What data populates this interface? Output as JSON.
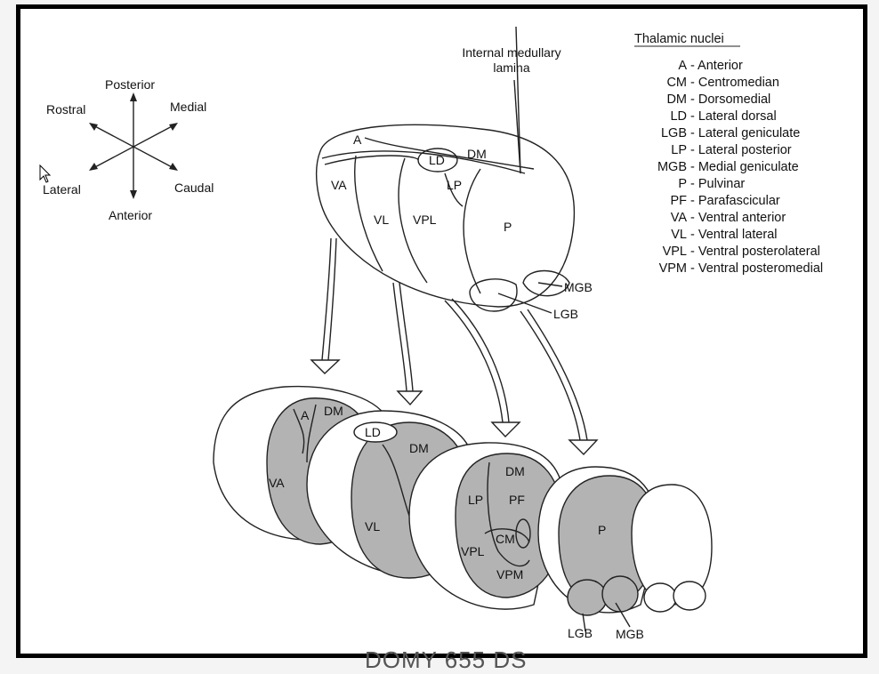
{
  "orientation": {
    "posterior": "Posterior",
    "anterior": "Anterior",
    "rostral": "Rostral",
    "caudal": "Caudal",
    "medial": "Medial",
    "lateral": "Lateral"
  },
  "lamina_label": [
    "Internal medullary",
    "lamina"
  ],
  "legend": {
    "title": "Thalamic nuclei",
    "items": [
      {
        "abbr": "A",
        "name": "- Anterior"
      },
      {
        "abbr": "CM",
        "name": "- Centromedian"
      },
      {
        "abbr": "DM",
        "name": "- Dorsomedial"
      },
      {
        "abbr": "LD",
        "name": "- Lateral dorsal"
      },
      {
        "abbr": "LGB",
        "name": "- Lateral geniculate"
      },
      {
        "abbr": "LP",
        "name": "- Lateral posterior"
      },
      {
        "abbr": "MGB",
        "name": "- Medial geniculate"
      },
      {
        "abbr": "P",
        "name": "- Pulvinar"
      },
      {
        "abbr": "PF",
        "name": "- Parafascicular"
      },
      {
        "abbr": "VA",
        "name": "- Ventral anterior"
      },
      {
        "abbr": "VL",
        "name": "- Ventral lateral"
      },
      {
        "abbr": "VPL",
        "name": "- Ventral posterolateral"
      },
      {
        "abbr": "VPM",
        "name": "- Ventral posteromedial"
      }
    ]
  },
  "top_labels": {
    "A": "A",
    "LD": "LD",
    "DM": "DM",
    "VA": "VA",
    "LP": "LP",
    "VL": "VL",
    "VPL": "VPL",
    "P": "P",
    "MGB": "MGB",
    "LGB": "LGB"
  },
  "slice_labels": {
    "s1": {
      "A": "A",
      "DM": "DM",
      "VA": "VA"
    },
    "s2": {
      "LD": "LD",
      "DM": "DM",
      "VL": "VL"
    },
    "s3": {
      "DM": "DM",
      "LP": "LP",
      "PF": "PF",
      "CM": "CM",
      "VPL": "VPL",
      "VPM": "VPM"
    },
    "s4": {
      "P": "P",
      "LGB": "LGB",
      "MGB": "MGB"
    }
  },
  "colors": {
    "shade": "#b3b3b3",
    "line": "#222222"
  },
  "footer_text": "DOMY 655 DS"
}
